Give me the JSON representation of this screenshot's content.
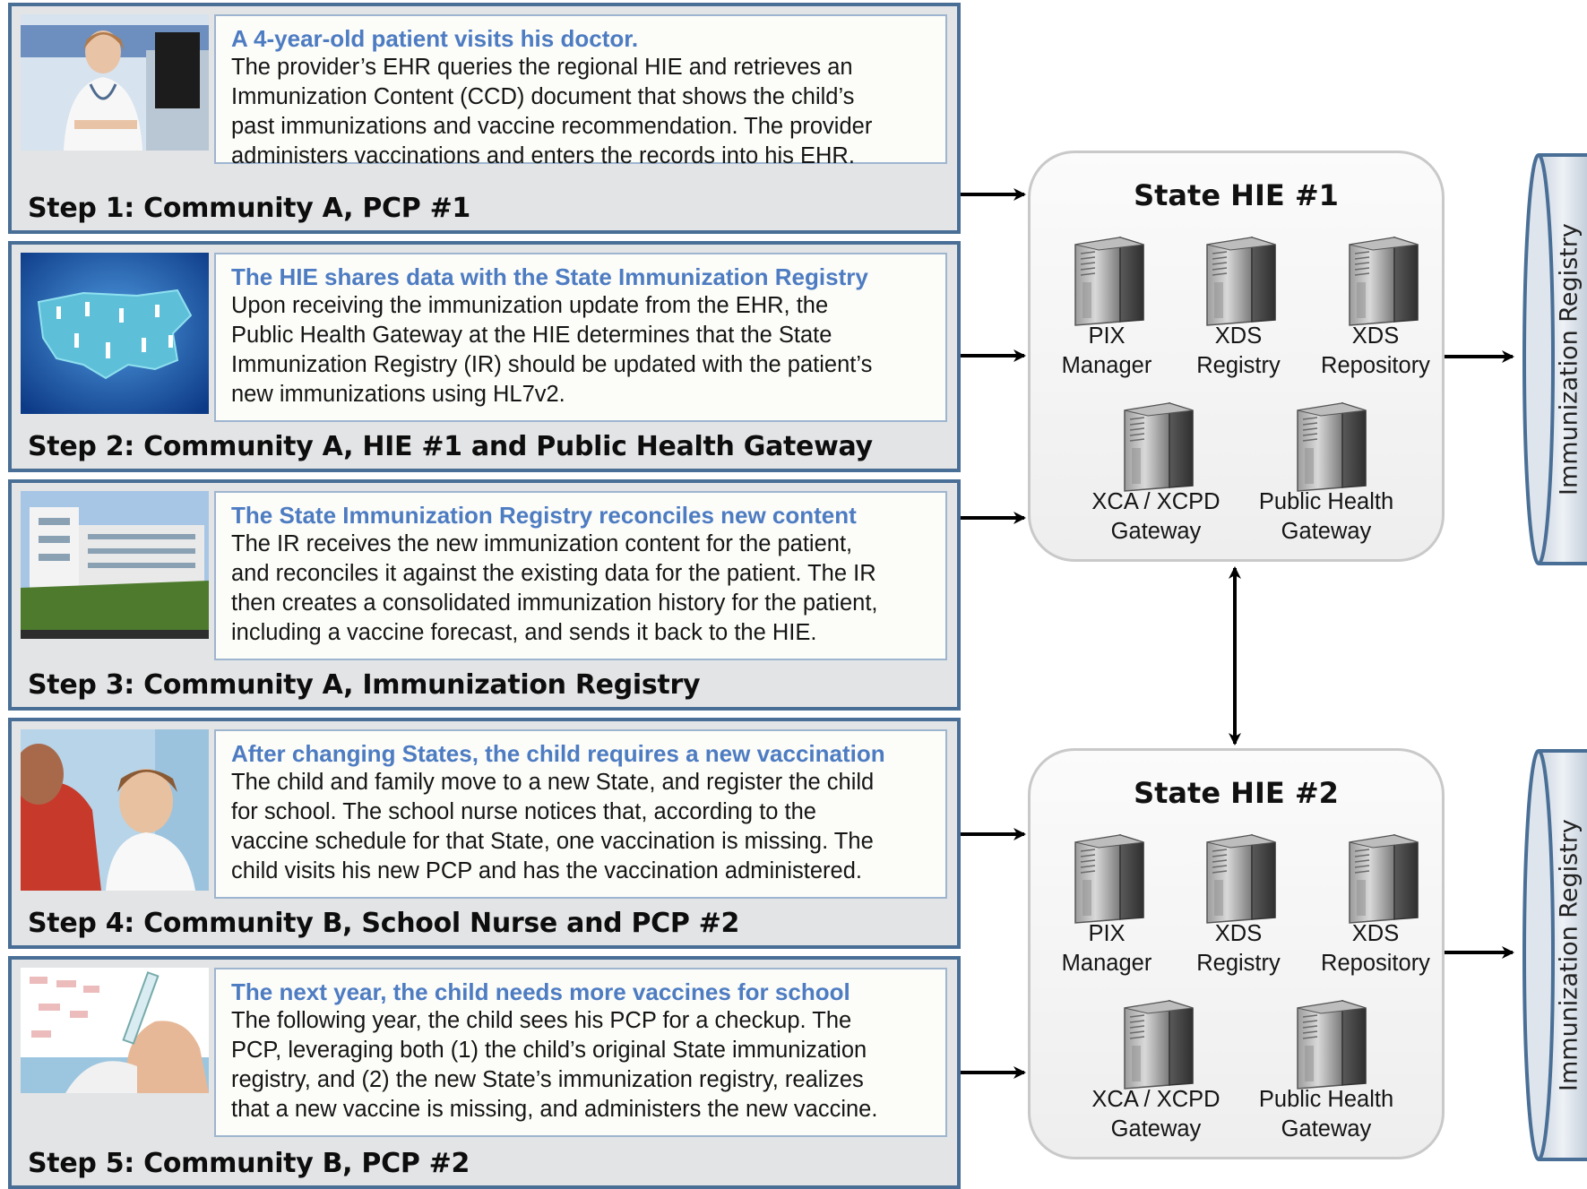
{
  "steps": [
    {
      "label": "Step 1: Community A, PCP #1",
      "title": "A 4-year-old patient visits his doctor.",
      "body": "The provider’s EHR queries the regional HIE and retrieves an\nImmunization Content (CCD) document that shows the child’s\npast immunizations and vaccine recommendation. The provider\nadministers vaccinations and enters the records into his EHR."
    },
    {
      "label": "Step 2: Community A, HIE #1 and Public Health Gateway",
      "title": "The HIE shares data with the State Immunization Registry",
      "body": "Upon receiving the immunization update from the EHR, the\nPublic Health Gateway at the HIE determines that the State\nImmunization Registry (IR) should be updated with the patient’s\nnew immunizations using HL7v2."
    },
    {
      "label": "Step 3: Community A, Immunization Registry",
      "title": "The State Immunization Registry reconciles new content",
      "body": "The IR receives the new immunization content for the patient,\nand reconciles it against the existing data for the patient.  The IR\nthen creates a consolidated immunization history for the patient,\nincluding a vaccine forecast, and sends it back to the HIE."
    },
    {
      "label": "Step 4: Community B, School Nurse and PCP #2",
      "title": "After changing States, the child requires a new vaccination",
      "body": "The child and family move to a new State, and register the child\nfor school.  The school nurse notices that, according to the\nvaccine schedule for that State, one vaccination is missing.  The\nchild visits his new PCP and has the vaccination administered."
    },
    {
      "label": "Step 5: Community B, PCP #2",
      "title": "The next year, the child needs more vaccines for school",
      "body": "The following year, the child sees his PCP for a checkup.  The\nPCP, leveraging both (1) the child’s original State immunization\nregistry, and (2) the new State’s immunization registry, realizes\nthat a new vaccine is missing, and administers the new vaccine."
    }
  ],
  "hies": [
    {
      "title": "State HIE #1",
      "servers": [
        {
          "label": "PIX\nManager"
        },
        {
          "label": "XDS\nRegistry"
        },
        {
          "label": "XDS\nRepository"
        },
        {
          "label": "XCA / XCPD\nGateway"
        },
        {
          "label": "Public Health\nGateway"
        }
      ]
    },
    {
      "title": "State HIE #2",
      "servers": [
        {
          "label": "PIX\nManager"
        },
        {
          "label": "XDS\nRegistry"
        },
        {
          "label": "XDS\nRepository"
        },
        {
          "label": "XCA / XCPD\nGateway"
        },
        {
          "label": "Public Health\nGateway"
        }
      ]
    }
  ],
  "registries": [
    {
      "label": "Immunization Registry"
    },
    {
      "label": "Immunization Registry"
    }
  ],
  "colors": {
    "step_border": "#4a6f96",
    "step_fill": "#e3e4e6",
    "title_blue": "#4d7cc2",
    "registry_fill": "#dfe5ec",
    "registry_stroke": "#4a6f96"
  }
}
